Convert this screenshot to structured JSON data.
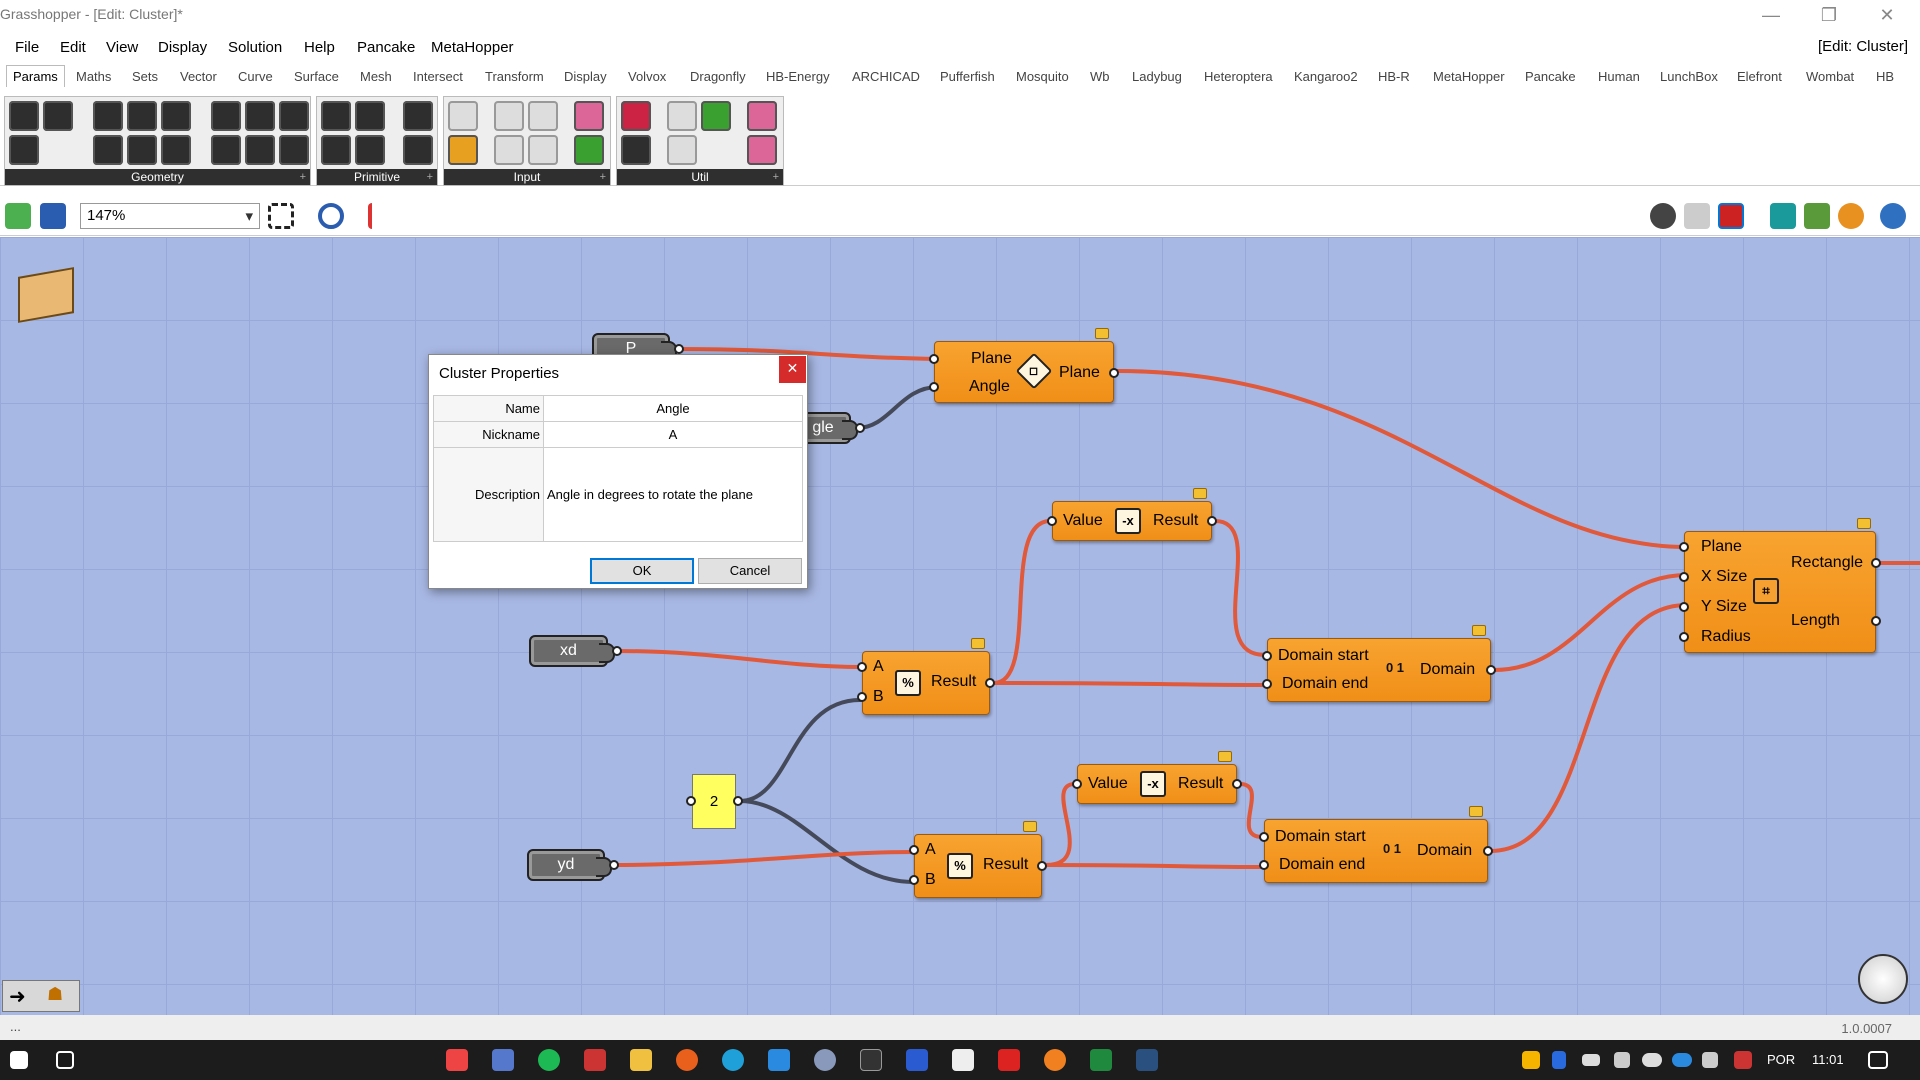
{
  "window": {
    "title": "Grasshopper - [Edit: Cluster]*",
    "edit_label": "[Edit: Cluster]"
  },
  "menu": [
    "File",
    "Edit",
    "View",
    "Display",
    "Solution",
    "Help",
    "Pancake",
    "MetaHopper"
  ],
  "tabs": [
    "Params",
    "Maths",
    "Sets",
    "Vector",
    "Curve",
    "Surface",
    "Mesh",
    "Intersect",
    "Transform",
    "Display",
    "Volvox",
    "Dragonfly",
    "HB-Energy",
    "ARCHICAD",
    "Pufferfish",
    "Mosquito",
    "Wb",
    "Ladybug",
    "Heteroptera",
    "Kangaroo2",
    "HB-R",
    "MetaHopper",
    "Pancake",
    "Human",
    "LunchBox",
    "Elefront",
    "Wombat",
    "HB"
  ],
  "ribbon": {
    "groups": [
      "Geometry",
      "Primitive",
      "Input",
      "Util"
    ]
  },
  "toolbar": {
    "zoom": "147%"
  },
  "canvas": {
    "params": {
      "p": "P",
      "angle": "gle",
      "xd": "xd",
      "yd": "yd"
    },
    "panel_value": "2",
    "plane_rotate": {
      "in1": "Plane",
      "in2": "Angle",
      "out": "Plane"
    },
    "negative_top": {
      "in": "Value",
      "out": "Result"
    },
    "negative_bottom": {
      "in": "Value",
      "out": "Result"
    },
    "division_top": {
      "in1": "A",
      "in2": "B",
      "out": "Result"
    },
    "division_bottom": {
      "in1": "A",
      "in2": "B",
      "out": "Result"
    },
    "domain_top": {
      "in1": "Domain start",
      "in2": "Domain end",
      "out": "Domain"
    },
    "domain_bottom": {
      "in1": "Domain start",
      "in2": "Domain end",
      "out": "Domain"
    },
    "rectangle": {
      "in1": "Plane",
      "in2": "X Size",
      "in3": "Y Size",
      "in4": "Radius",
      "out1": "Rectangle",
      "out2": "Length"
    }
  },
  "dialog": {
    "title": "Cluster Properties",
    "name_label": "Name",
    "name_value": "Angle",
    "nickname_label": "Nickname",
    "nickname_value": "A",
    "description_label": "Description",
    "description_value": "Angle in degrees to rotate the plane",
    "ok": "OK",
    "cancel": "Cancel"
  },
  "statusbar": {
    "left": "...",
    "version": "1.0.0007"
  },
  "taskbar": {
    "language": "POR",
    "time": "11:01"
  }
}
